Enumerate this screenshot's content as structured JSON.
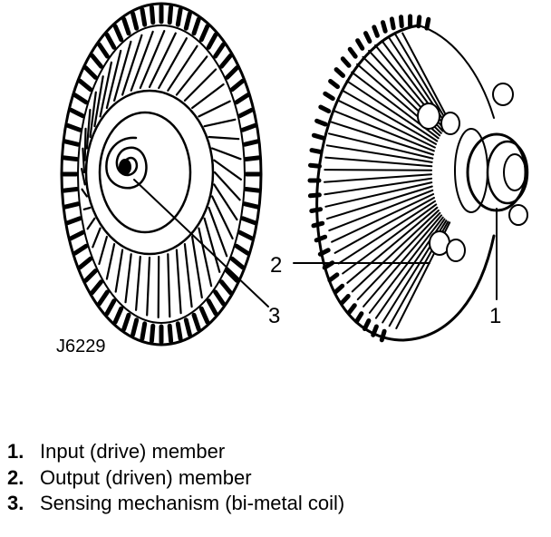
{
  "figure": {
    "code": "J6229",
    "callouts": [
      {
        "id": "1",
        "text": "1"
      },
      {
        "id": "2",
        "text": "2"
      },
      {
        "id": "3",
        "text": "3"
      }
    ]
  },
  "legend": [
    {
      "num": "1.",
      "text": "Input (drive) member"
    },
    {
      "num": "2.",
      "text": "Output (driven) member"
    },
    {
      "num": "3.",
      "text": "Sensing mechanism (bi-metal coil)"
    }
  ],
  "colors": {
    "ink": "#000000",
    "paper": "#ffffff"
  }
}
